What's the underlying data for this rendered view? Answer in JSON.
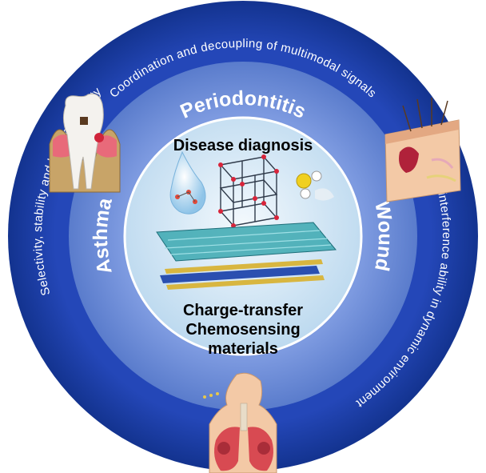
{
  "outer_ring": {
    "top_arc": "Coordination and decoupling of multimodal signals",
    "right_arc": "Anti-interference ability in dynamic environment",
    "left_arc": "Selectivity, stability and biocompatibility"
  },
  "inner_ring": {
    "top": "Periodontitis",
    "right": "Wound",
    "left": "Asthma"
  },
  "center": {
    "title": "Disease diagnosis",
    "bottom_line1": "Charge-transfer",
    "bottom_line2": "Chemosensing",
    "bottom_line3": "materials"
  },
  "colors": {
    "outer_ring": "#1a3fa8",
    "inner_ring": "#6f8fd6",
    "center_disc": "#d6e9f6",
    "text_light": "#ffffff"
  },
  "icons": {
    "top_left": "tooth-icon",
    "top_right": "skin-icon",
    "bottom": "lungs-icon"
  }
}
